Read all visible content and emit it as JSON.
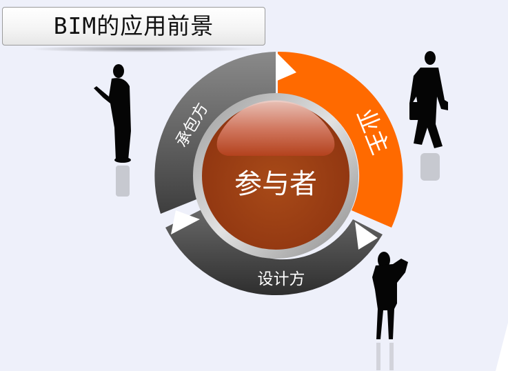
{
  "title": "BIM的应用前景",
  "diagram": {
    "center_label": "参与者",
    "segments": [
      {
        "label": "业主",
        "color": "#ff6a00"
      },
      {
        "label": "设计方",
        "color": "#555555"
      },
      {
        "label": "承包方",
        "color": "#666666"
      }
    ],
    "center_color": "#a33e10",
    "ring_color": "#c8c8c8"
  },
  "figures": [
    {
      "name": "man-reading"
    },
    {
      "name": "businessman-walking"
    },
    {
      "name": "woman-holding-child"
    }
  ],
  "colors": {
    "background": "#eef0fa",
    "accent": "#ff6a00",
    "dark_segment": "#4a4a4a"
  }
}
